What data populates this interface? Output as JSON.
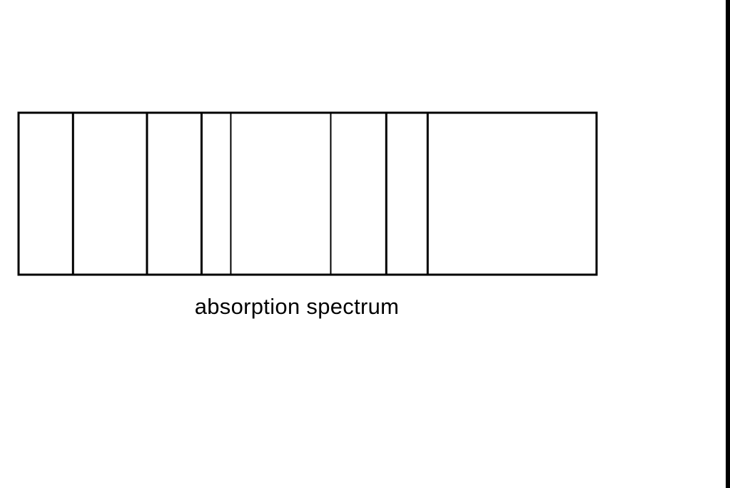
{
  "caption": "absorption spectrum",
  "spectrum": {
    "line_positions": [
      0.0942,
      0.2222,
      0.3166,
      0.3672,
      0.5401,
      0.6362,
      0.7078
    ],
    "line_color": "#000000",
    "border_color": "#000000",
    "background": "#ffffff"
  },
  "page_edge_bar_color": "#000000"
}
